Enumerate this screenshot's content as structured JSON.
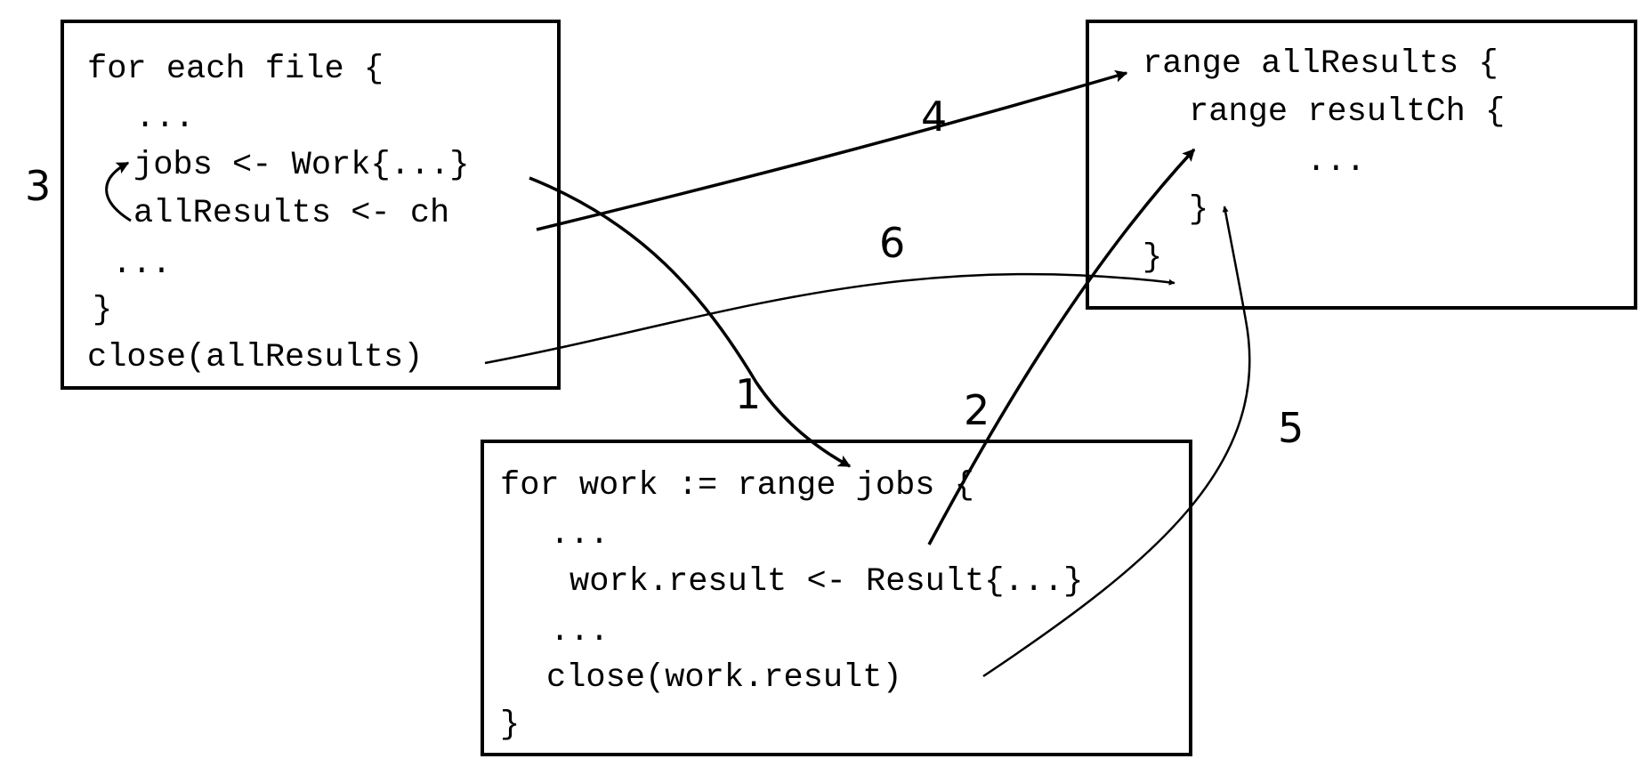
{
  "producer": {
    "lines": [
      "for each file {",
      "...",
      "jobs <- Work{...}",
      "allResults <- ch",
      "...",
      "}",
      "close(allResults)"
    ]
  },
  "collector": {
    "lines": [
      "range allResults {",
      "range resultCh {",
      "...",
      "}",
      "}"
    ]
  },
  "worker": {
    "lines": [
      "for work := range jobs {",
      "...",
      "work.result <- Result{...}",
      "...",
      "close(work.result)",
      "}"
    ]
  },
  "steps": [
    "1",
    "2",
    "3",
    "4",
    "5",
    "6"
  ]
}
